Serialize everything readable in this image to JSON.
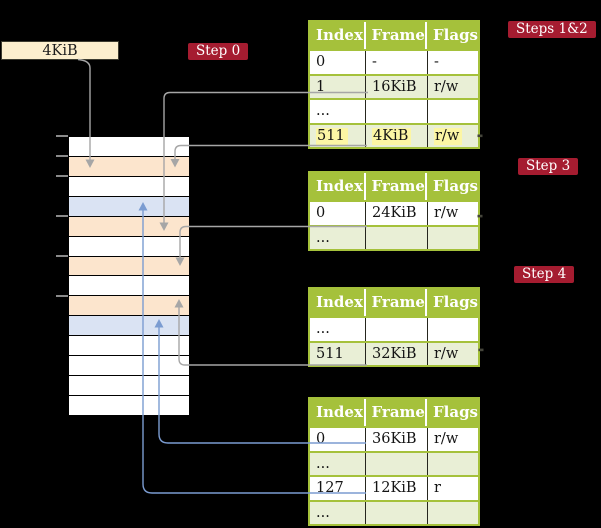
{
  "colors": {
    "background": "#000000",
    "table_header_green": "#a5c13b",
    "table_row_shaded": "#e9efd6",
    "frame_peach": "#fce5cd",
    "frame_blue": "#dae3f3",
    "frame_white": "#ffffff",
    "label_box_cream": "#fcefce",
    "badge_red": "#a51c30",
    "highlight_yellow": "#fcf6a4",
    "connector_gray": "#a6a6a6",
    "connector_blue": "#7b9cd1"
  },
  "frame_size_label": {
    "text": "4KiB"
  },
  "badges": {
    "step0": {
      "label": "Step 0"
    },
    "steps12": {
      "label": "Steps 1&2"
    },
    "step3": {
      "label": "Step 3"
    },
    "step4": {
      "label": "Step 4"
    }
  },
  "memory": {
    "frames": [
      {
        "fill": "white"
      },
      {
        "fill": "peach"
      },
      {
        "fill": "white"
      },
      {
        "fill": "blue"
      },
      {
        "fill": "peach"
      },
      {
        "fill": "white"
      },
      {
        "fill": "peach"
      },
      {
        "fill": "white"
      },
      {
        "fill": "peach"
      },
      {
        "fill": "blue"
      },
      {
        "fill": "white"
      },
      {
        "fill": "white"
      },
      {
        "fill": "white"
      },
      {
        "fill": "white"
      }
    ],
    "tick_offsets": [
      0,
      20,
      40,
      80,
      120,
      160
    ]
  },
  "tables": [
    {
      "headers": [
        "Index",
        "Frame",
        "Flags"
      ],
      "rows": [
        {
          "cells": [
            "0",
            "-",
            "-"
          ],
          "shaded": false,
          "highlighted": false
        },
        {
          "cells": [
            "1",
            "16KiB",
            "r/w"
          ],
          "shaded": true,
          "highlighted": false
        },
        {
          "cells": [
            "...",
            "",
            ""
          ],
          "shaded": false,
          "highlighted": false
        },
        {
          "cells": [
            "511",
            "4KiB",
            "r/w"
          ],
          "shaded": true,
          "highlighted": true
        }
      ]
    },
    {
      "headers": [
        "Index",
        "Frame",
        "Flags"
      ],
      "rows": [
        {
          "cells": [
            "0",
            "24KiB",
            "r/w"
          ],
          "shaded": false,
          "highlighted": false
        },
        {
          "cells": [
            "...",
            "",
            ""
          ],
          "shaded": true,
          "highlighted": false
        }
      ]
    },
    {
      "headers": [
        "Index",
        "Frame",
        "Flags"
      ],
      "rows": [
        {
          "cells": [
            "...",
            "",
            ""
          ],
          "shaded": false,
          "highlighted": false
        },
        {
          "cells": [
            "511",
            "32KiB",
            "r/w"
          ],
          "shaded": true,
          "highlighted": false
        }
      ]
    },
    {
      "headers": [
        "Index",
        "Frame",
        "Flags"
      ],
      "rows": [
        {
          "cells": [
            "0",
            "36KiB",
            "r/w"
          ],
          "shaded": false,
          "highlighted": false
        },
        {
          "cells": [
            "...",
            "",
            ""
          ],
          "shaded": true,
          "highlighted": false
        },
        {
          "cells": [
            "127",
            "12KiB",
            "r"
          ],
          "shaded": false,
          "highlighted": false
        },
        {
          "cells": [
            "...",
            "",
            ""
          ],
          "shaded": true,
          "highlighted": false
        }
      ]
    }
  ]
}
